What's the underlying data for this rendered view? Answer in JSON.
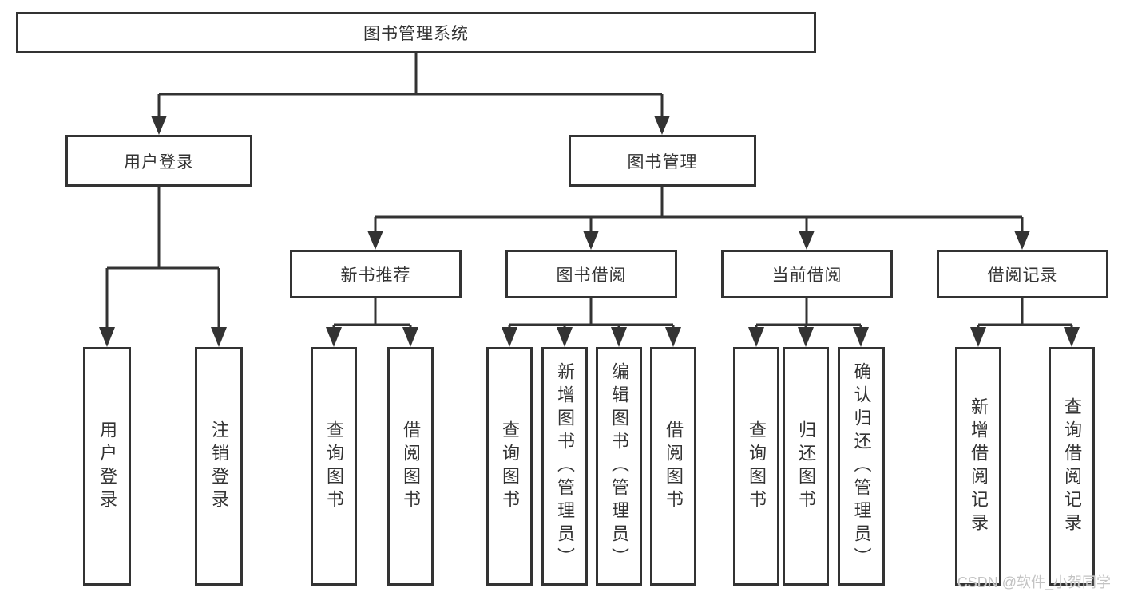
{
  "diagram": {
    "root": {
      "label": "图书管理系统"
    },
    "branches": [
      {
        "label": "用户登录",
        "children": [
          {
            "label": "用户登录"
          },
          {
            "label": "注销登录"
          }
        ]
      },
      {
        "label": "图书管理",
        "children": [
          {
            "label": "新书推荐",
            "children": [
              {
                "label": "查询图书"
              },
              {
                "label": "借阅图书"
              }
            ]
          },
          {
            "label": "图书借阅",
            "children": [
              {
                "label": "查询图书"
              },
              {
                "label": "新增图书（管理员）"
              },
              {
                "label": "编辑图书（管理员）"
              },
              {
                "label": "借阅图书"
              }
            ]
          },
          {
            "label": "当前借阅",
            "children": [
              {
                "label": "查询图书"
              },
              {
                "label": "归还图书"
              },
              {
                "label": "确认归还（管理员）"
              }
            ]
          },
          {
            "label": "借阅记录",
            "children": [
              {
                "label": "新增借阅记录"
              },
              {
                "label": "查询借阅记录"
              }
            ]
          }
        ]
      }
    ]
  },
  "watermark": {
    "text": "CSDN @软件_小贺同学"
  },
  "colors": {
    "line": "#333333",
    "text": "#333333",
    "background": "#ffffff",
    "watermark": "#c3c3c3"
  }
}
